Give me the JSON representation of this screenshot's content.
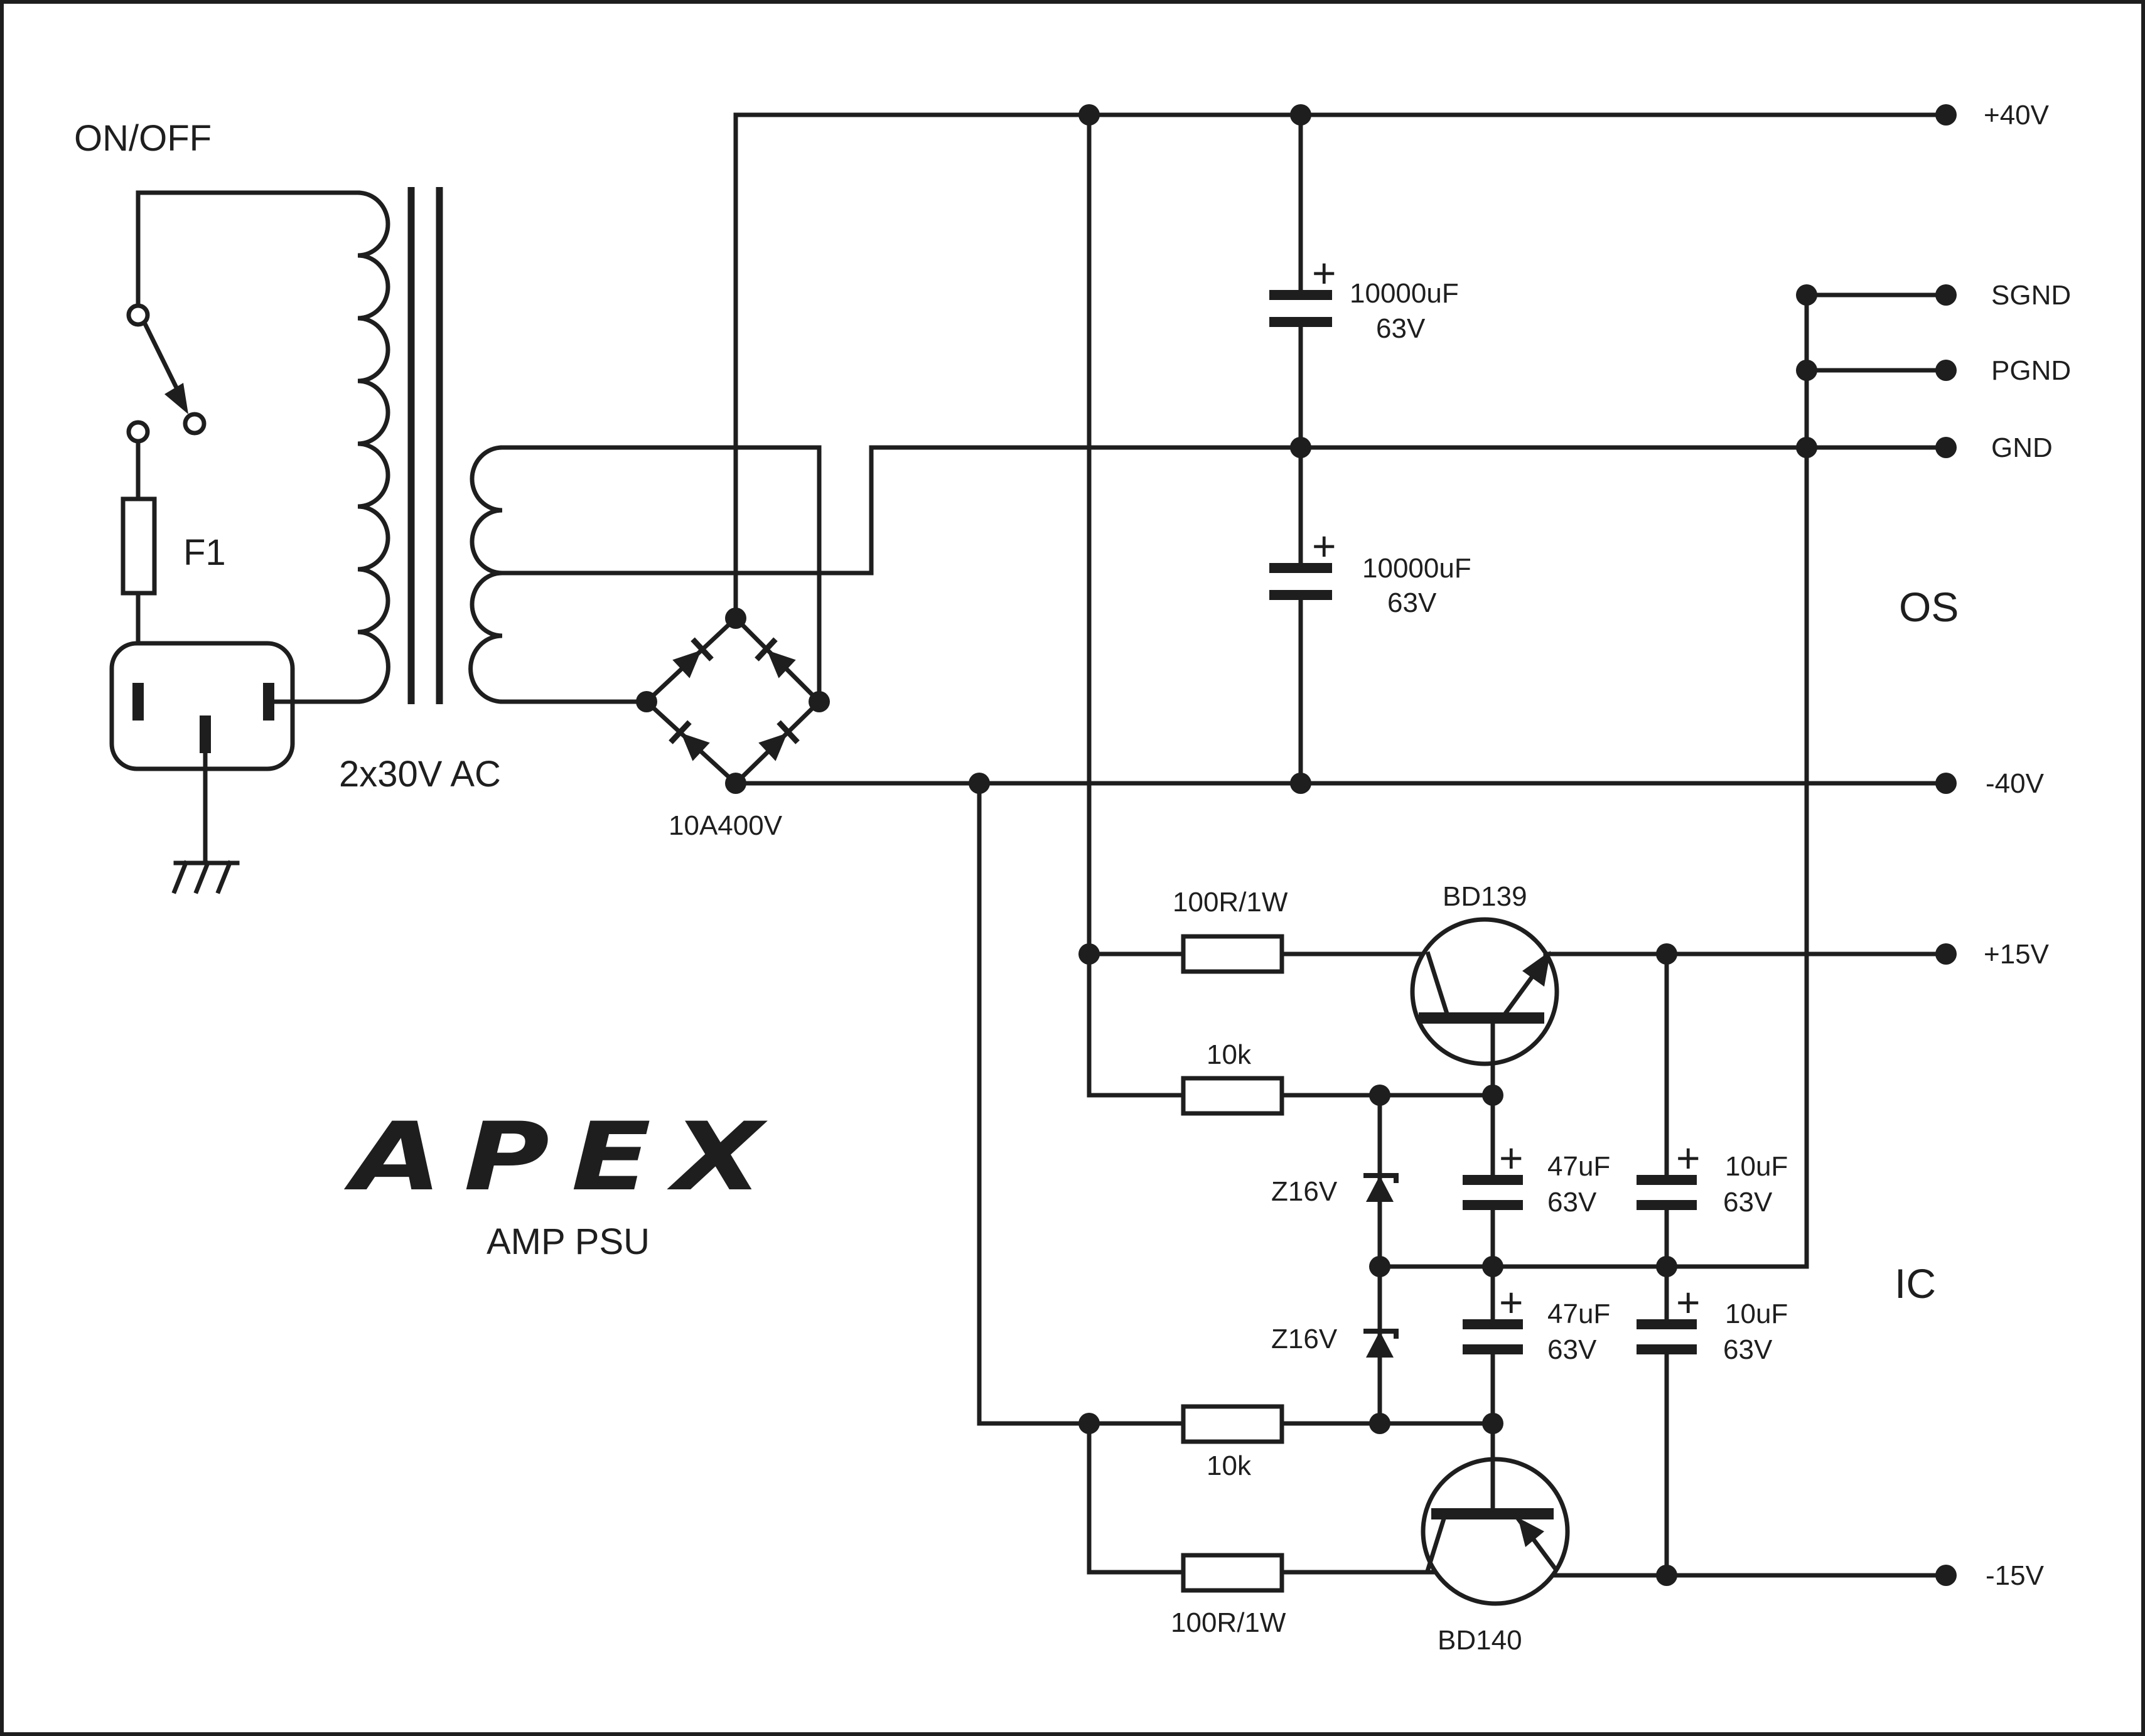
{
  "labels": {
    "switch": "ON/OFF",
    "fuse": "F1",
    "transformer": "2x30V AC",
    "bridge": "10A400V",
    "cap_top_value": "10000uF",
    "cap_top_voltage": "63V",
    "cap_bottom_value": "10000uF",
    "cap_bottom_voltage": "63V",
    "os": "OS",
    "ic": "IC",
    "r_top_power": "100R/1W",
    "r_top_bias": "10k",
    "r_bottom_bias": "10k",
    "r_bottom_power": "100R/1W",
    "q_npn": "BD139",
    "q_pnp": "BD140",
    "zener_top": "Z16V",
    "zener_bottom": "Z16V",
    "c47_top_value": "47uF",
    "c47_top_voltage": "63V",
    "c47_bottom_value": "47uF",
    "c47_bottom_voltage": "63V",
    "c10_top_value": "10uF",
    "c10_top_voltage": "63V",
    "c10_bottom_value": "10uF",
    "c10_bottom_voltage": "63V",
    "plus_sign": "+",
    "brand_subtitle": "AMP PSU"
  },
  "outputs": {
    "p40": "+40V",
    "sgnd": "SGND",
    "pgnd": "PGND",
    "gnd": "GND",
    "m40": "-40V",
    "p15": "+15V",
    "m15": "-15V"
  },
  "brand": {
    "logo_text": "APEX"
  }
}
